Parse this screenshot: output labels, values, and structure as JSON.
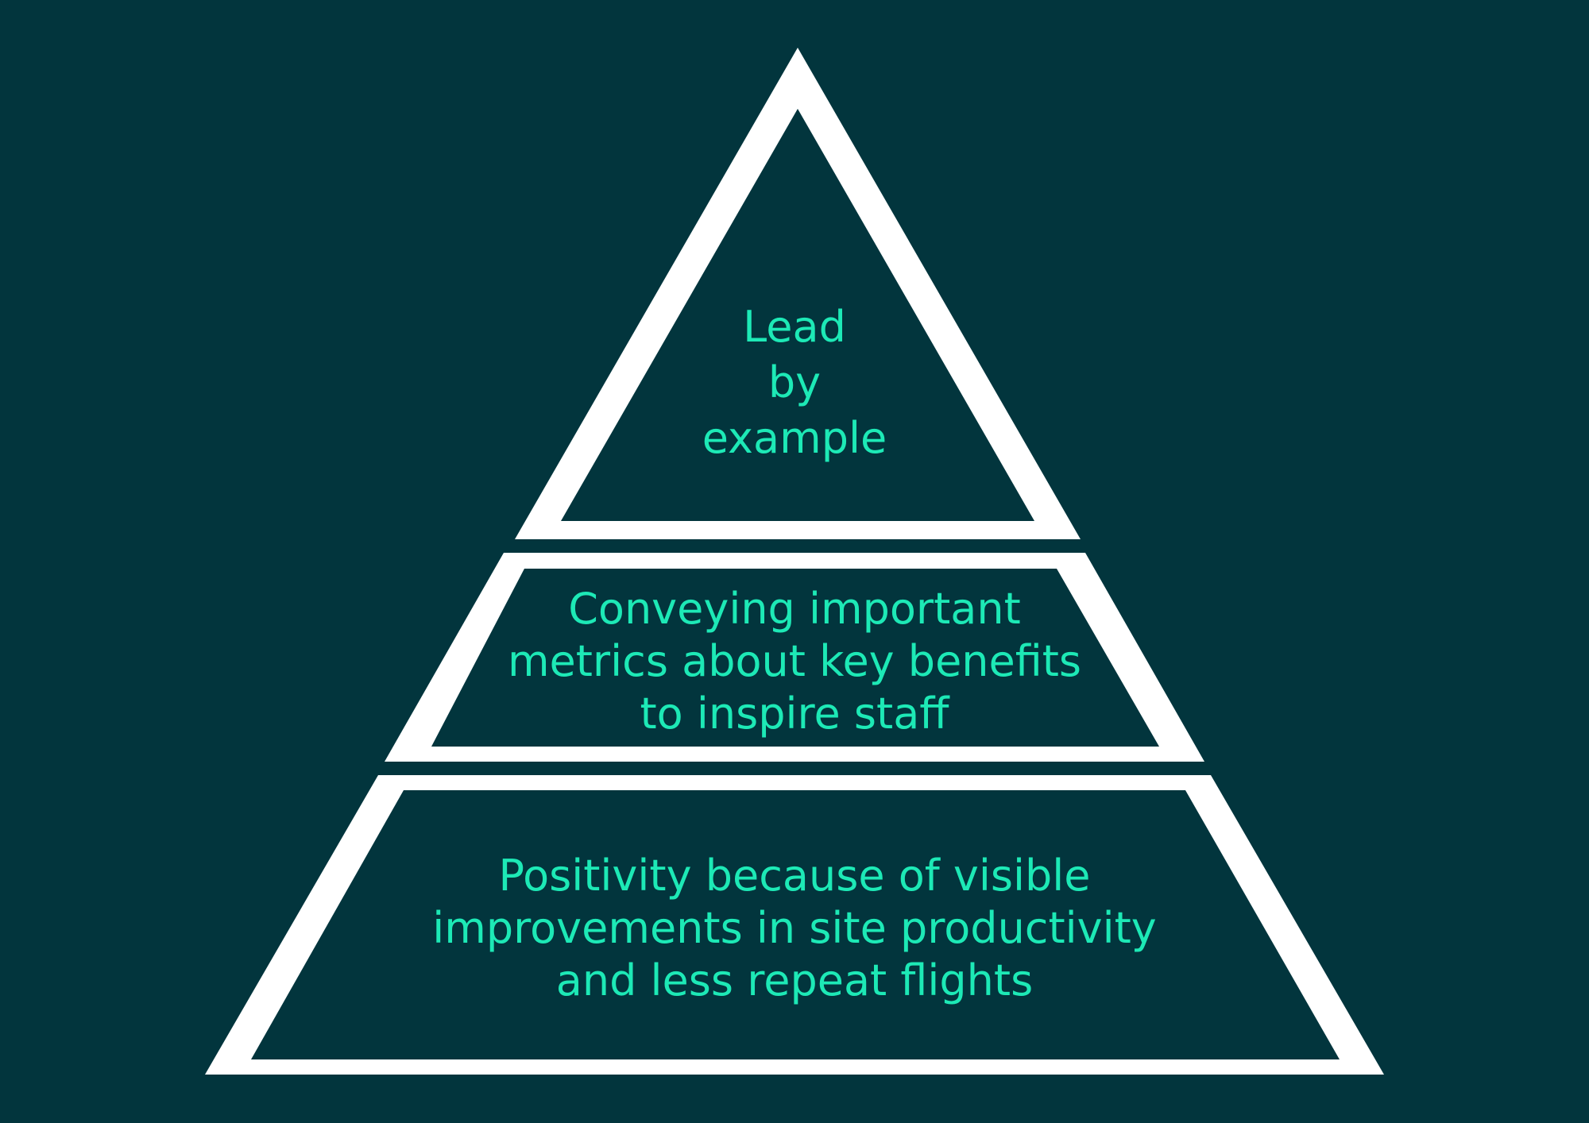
{
  "colors": {
    "background": "#02353d",
    "outline": "#ffffff",
    "text": "#1de9b6"
  },
  "pyramid": {
    "tiers": [
      {
        "position": "top",
        "lines": [
          "Lead",
          "by",
          "example"
        ]
      },
      {
        "position": "middle",
        "lines": [
          "Conveying important",
          "metrics about key benefits",
          "to inspire staff"
        ]
      },
      {
        "position": "bottom",
        "lines": [
          "Positivity because of visible",
          "improvements in site productivity",
          "and less repeat flights"
        ]
      }
    ]
  }
}
